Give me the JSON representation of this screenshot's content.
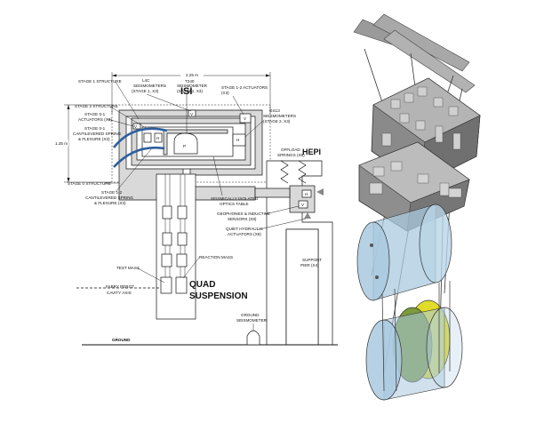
{
  "diagram": {
    "titles": {
      "isi": "ISI",
      "hepi": "HEPI",
      "quad_line1": "QUAD",
      "quad_line2": "SUSPENSION"
    },
    "dimensions": {
      "width": "2.25 m",
      "height": "1.25 m"
    },
    "labels": {
      "stage1_structure": "STAGE 1 STRUCTURE",
      "l4c_1": "L4C",
      "l4c_2": "SEISMOMETERS",
      "l4c_3": "(STAGE 1, X3)",
      "t240_1": "T240",
      "t240_2": "SEISMOMETER",
      "t240_3": "(STAGE1, X3)",
      "act12_1": "STAGE 1-2 ACTUATORS",
      "act12_2": "(X3)",
      "stage2_structure": "STAGE 2 STRUCTURE",
      "act01_1": "STAGE 0-1",
      "act01_2": "ACTUATORS (X3)",
      "spring01_1": "STAGE 0-1",
      "spring01_2": "CANTILEVERED SPRING",
      "spring01_3": "& FLEXURE (X3)",
      "gs13_1": "GS13",
      "gs13_2": "SEISMOMETERS",
      "gs13_3": "(STAGE 2, X3)",
      "stage0_structure": "STAGE 0 STRUCTURE",
      "offload_1": "OFFLOAD",
      "offload_2": "SPRINGS (X8)",
      "spring12_1": "STAGE 1-2",
      "spring12_2": "CANTILEVERED SPRING",
      "spring12_3": "& FLEXURE (X3)",
      "optics_1": "SEISMICALLY ISOLATED",
      "optics_2": "OPTICS TABLE",
      "geophones_1": "GEOPHONES & INDUCTIVE",
      "geophones_2": "SENSORS (X8)",
      "hydraulic_1": "QUIET HYDRAULIC",
      "hydraulic_2": "ACTUATORS (X8)",
      "support_1": "SUPPORT",
      "support_2": "PIER (X4)",
      "test_mass": "TEST MASS",
      "reaction_mass": "REACTION MASS",
      "fabry_1": "FABRY PEROT",
      "fabry_2": "CAVITY AXIS",
      "ground": "GROUND",
      "ground_seis_1": "GROUND",
      "ground_seis_2": "SEISMOMETER",
      "box_v": "V",
      "box_h": "H",
      "box_p": "P"
    },
    "colors": {
      "blue_spring": "#2e5f9e",
      "chamber_fill": "#a9c9df",
      "yellow_mass": "#e0dc2a",
      "green_mass": "#7c9a3c",
      "machine_gray": "#8a8a8a"
    }
  }
}
